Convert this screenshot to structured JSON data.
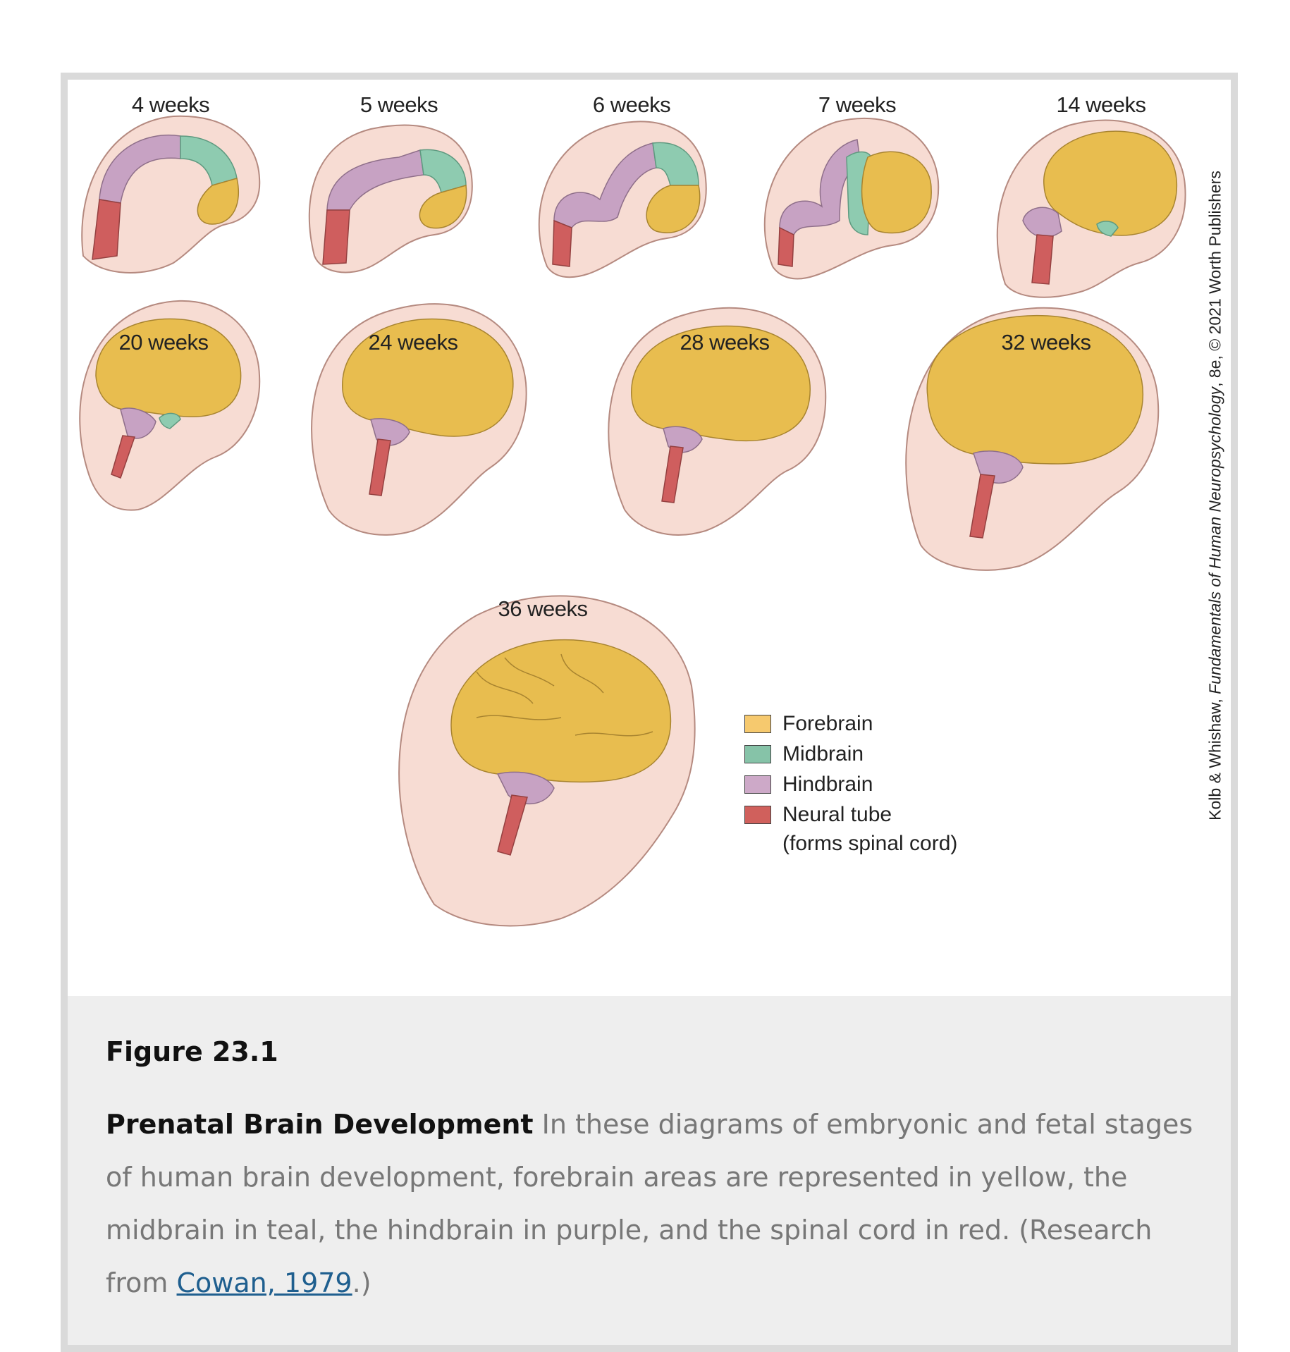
{
  "figure": {
    "stages": [
      {
        "label": "4 weeks"
      },
      {
        "label": "5 weeks"
      },
      {
        "label": "6 weeks"
      },
      {
        "label": "7 weeks"
      },
      {
        "label": "14 weeks"
      },
      {
        "label": "20 weeks"
      },
      {
        "label": "24 weeks"
      },
      {
        "label": "28 weeks"
      },
      {
        "label": "32 weeks"
      },
      {
        "label": "36 weeks"
      }
    ],
    "credit": {
      "prefix": "Kolb & Whishaw, ",
      "title": "Fundamentals of Human Neuropsychology",
      "suffix": ", 8e, © 2021 Worth Publishers"
    },
    "legend": {
      "items": [
        {
          "label": "Forebrain",
          "color": "#f6c96e"
        },
        {
          "label": "Midbrain",
          "color": "#86c3a8"
        },
        {
          "label": "Hindbrain",
          "color": "#cda9c8"
        },
        {
          "label": "Neural tube",
          "color": "#d0605c"
        }
      ],
      "note": "(forms spinal cord)"
    },
    "colors": {
      "forebrain": "#e8bd4f",
      "midbrain": "#8ecbb0",
      "hindbrain": "#c7a2c3",
      "neural_tube": "#cf5e5e",
      "skin": "#f7dcd3",
      "skin_edge": "#b58a80"
    }
  },
  "caption": {
    "number": "Figure 23.1",
    "title": "Prenatal Brain Development",
    "body": " In these diagrams of embryonic and fetal stages of human brain development, forebrain areas are represented in yellow, the midbrain in teal, the hindbrain in purple, and the spinal cord in red. (Research from ",
    "link": "Cowan, 1979",
    "end": ".)"
  }
}
